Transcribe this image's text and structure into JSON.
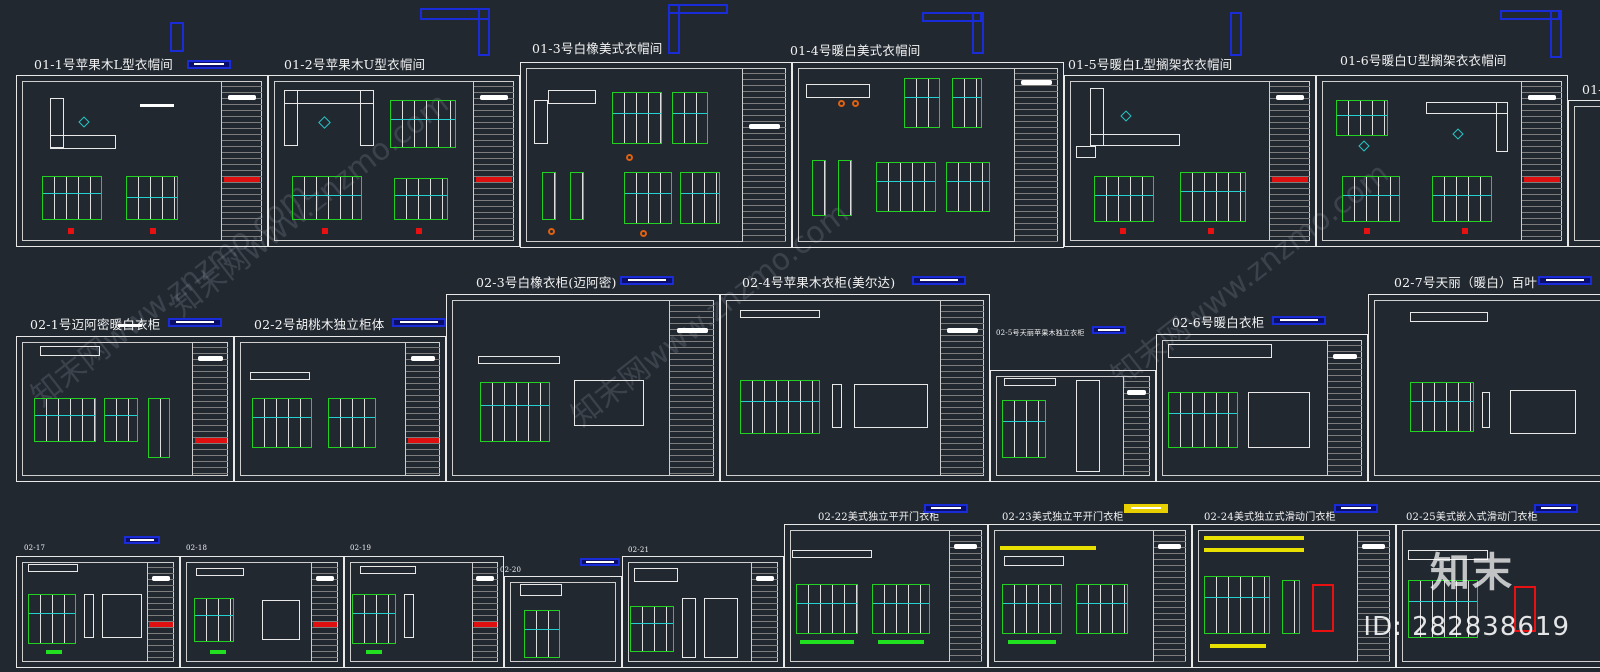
{
  "labels": {
    "r1_1": "01-1号苹果木L型衣帽间",
    "r1_2": "01-2号苹果木U型衣帽间",
    "r1_3": "01-3号白橡美式衣帽间",
    "r1_4": "01-4号暖白美式衣帽间",
    "r1_5": "01-5号暖白L型搁架衣衣帽间",
    "r1_6": "01-6号暖白U型搁架衣衣帽间",
    "r1_7": "01-",
    "r2_1": "02-1号迈阿密暖白衣柜",
    "r2_2": "02-2号胡桃木独立柜体",
    "r2_3": "02-3号白橡衣柜(迈阿密)",
    "r2_4": "02-4号苹果木衣柜(美尔达)",
    "r2_5": "02-5号天丽苹果木独立衣柜",
    "r2_6": "02-6号暖白衣柜",
    "r2_7": "02-7号天丽（暖白）百叶",
    "r3_22": "02-22美式独立平开门衣柜",
    "r3_23": "02-23美式独立平开门衣柜",
    "r3_24": "02-24美式独立式滑动门衣柜",
    "r3_25": "02-25美式嵌入式滑动门衣柜"
  },
  "watermark": {
    "text": "知末网www.znzmo.com"
  },
  "brand": {
    "logo": "知末",
    "id_text": "ID: 282838619"
  },
  "colors": {
    "background": "#212830",
    "frame": "#e8e8e8",
    "cabinet_line": "#21d021",
    "shelf_line": "#26d0d0",
    "tag_blue": "#1a2cd8",
    "highlight_red": "#e01010",
    "highlight_yellow": "#e8e000"
  }
}
